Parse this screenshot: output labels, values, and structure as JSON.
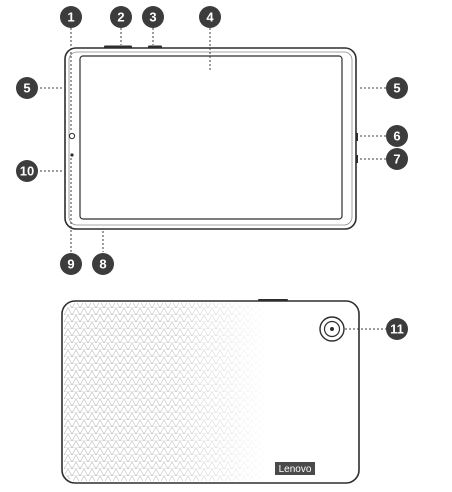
{
  "callouts": {
    "c1": "1",
    "c2": "2",
    "c3": "3",
    "c4": "4",
    "c5_left": "5",
    "c5_right": "5",
    "c6": "6",
    "c7": "7",
    "c8": "8",
    "c9": "9",
    "c10": "10",
    "c11": "11"
  },
  "back": {
    "logo": "Lenovo"
  },
  "colors": {
    "badge": "#3c3c3c",
    "outline": "#2e2e2e",
    "pattern": "#bdbdbd",
    "logo_bg": "#4a4a4a"
  }
}
